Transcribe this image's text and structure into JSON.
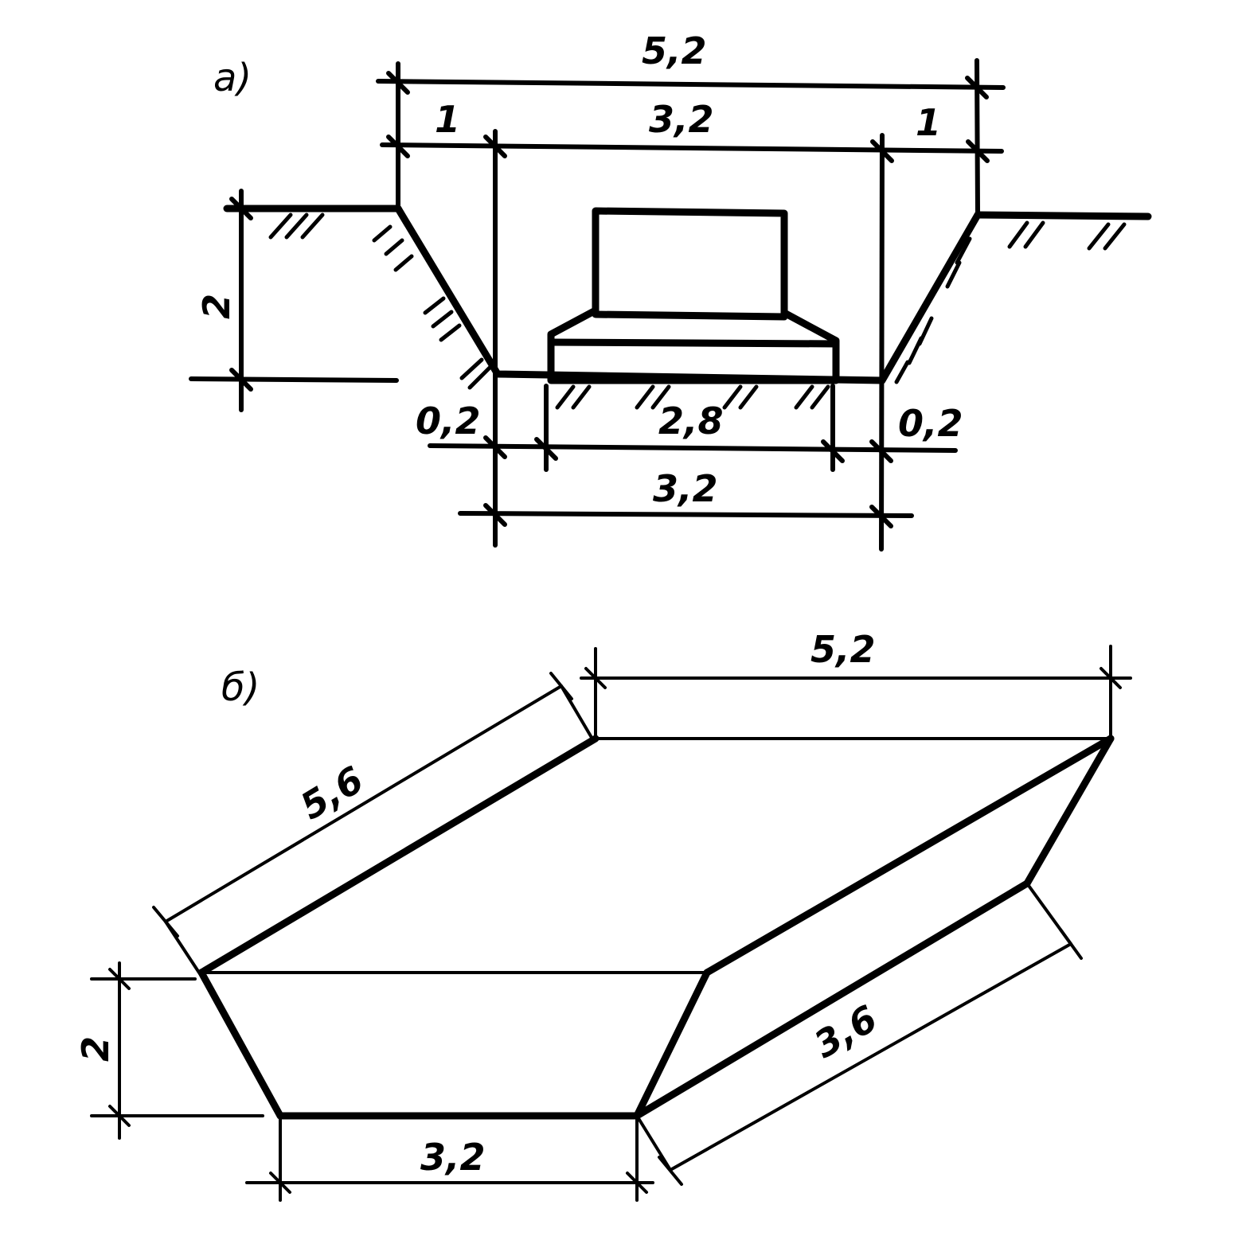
{
  "section_a": {
    "tag": "а)",
    "dim_top_total": "5,2",
    "dim_left_offset": "1",
    "dim_top_inner": "3,2",
    "dim_right_offset": "1",
    "dim_depth": "2",
    "dim_bottom_left_margin": "0,2",
    "dim_base_width": "2,8",
    "dim_bottom_right_margin": "0,2",
    "dim_bottom_total": "3,2"
  },
  "section_b": {
    "tag": "б)",
    "dim_top_width": "5,2",
    "dim_top_length": "5,6",
    "dim_depth": "2",
    "dim_bottom_width": "3,2",
    "dim_bottom_length": "3,6"
  }
}
